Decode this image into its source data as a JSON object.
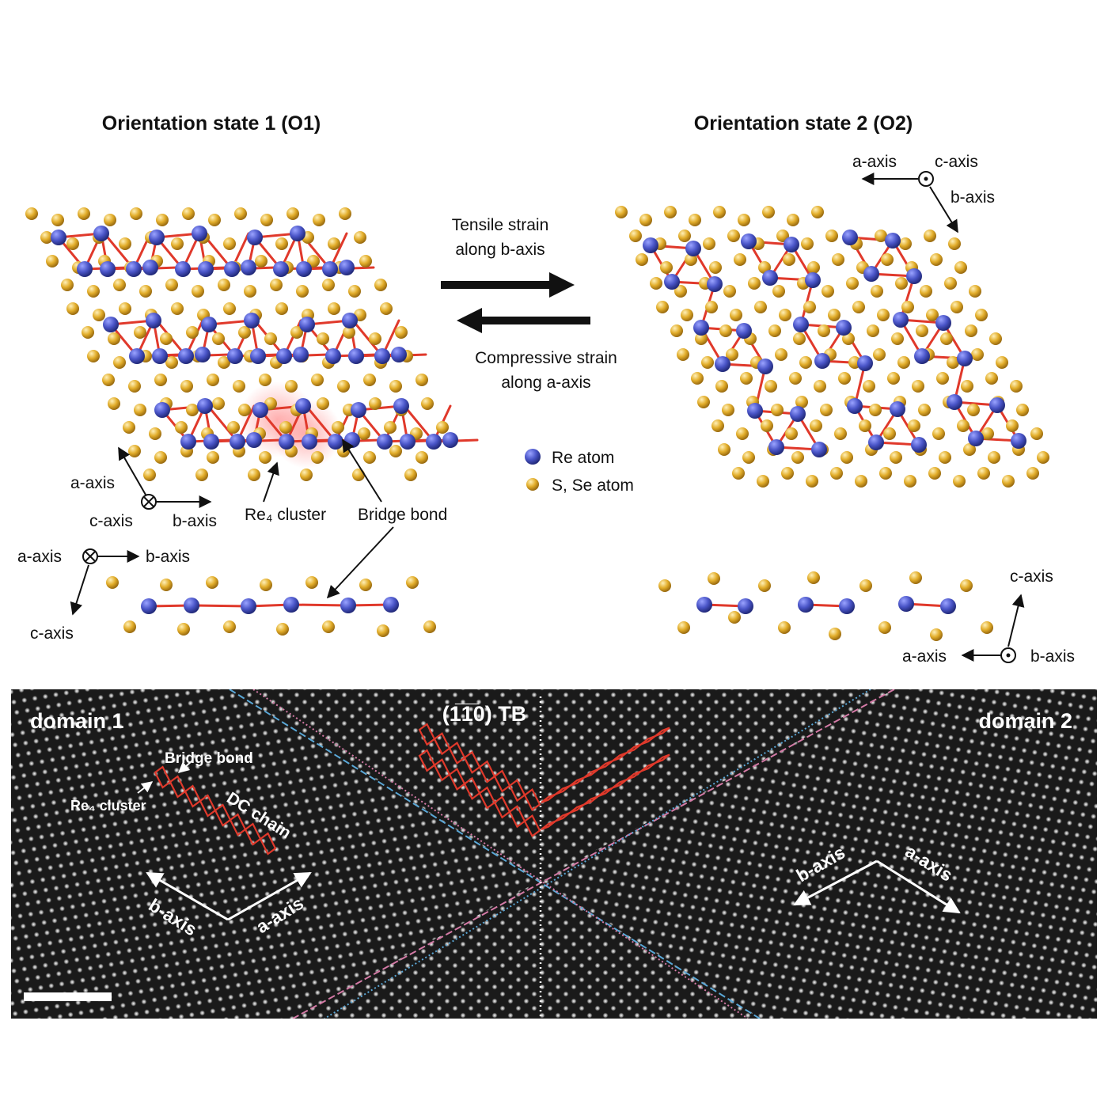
{
  "titles": {
    "o1": "Orientation state 1 (O1)",
    "o2": "Orientation state 2 (O2)"
  },
  "strain": {
    "tensile_line1": "Tensile strain",
    "tensile_line2": "along b-axis",
    "compressive_line1": "Compressive strain",
    "compressive_line2": "along a-axis"
  },
  "legend": {
    "re": "Re atom",
    "s": "S, Se atom"
  },
  "o1_labels": {
    "re4_cluster": "Re₄ cluster",
    "bridge_bond": "Bridge bond",
    "axes_top": {
      "a": "a-axis",
      "b": "b-axis",
      "c": "c-axis"
    },
    "axes_side": {
      "a": "a-axis",
      "b": "b-axis",
      "c": "c-axis"
    }
  },
  "o2_labels": {
    "axes_top": {
      "a": "a-axis",
      "b": "b-axis",
      "c": "c-axis"
    },
    "axes_side": {
      "a": "a-axis",
      "b": "b-axis",
      "c": "c-axis"
    }
  },
  "stem": {
    "domain1": "domain 1",
    "domain2": "domain 2",
    "tb": "(1̅1̅0) TB",
    "bridge_bond": "Bridge bond",
    "re4_cluster": "Re₄ cluster",
    "dc_chain": "DC chain",
    "d1_b": "b-axis",
    "d1_a": "a-axis",
    "d2_b": "b-axis",
    "d2_a": "a-axis"
  },
  "colors": {
    "re": "#4a55c8",
    "s": "#e2ad2a",
    "bond": "#e0392b",
    "stem_bg": "#1a1a1a",
    "line_blue": "#5aa7d6",
    "line_pink": "#d47aa6"
  }
}
